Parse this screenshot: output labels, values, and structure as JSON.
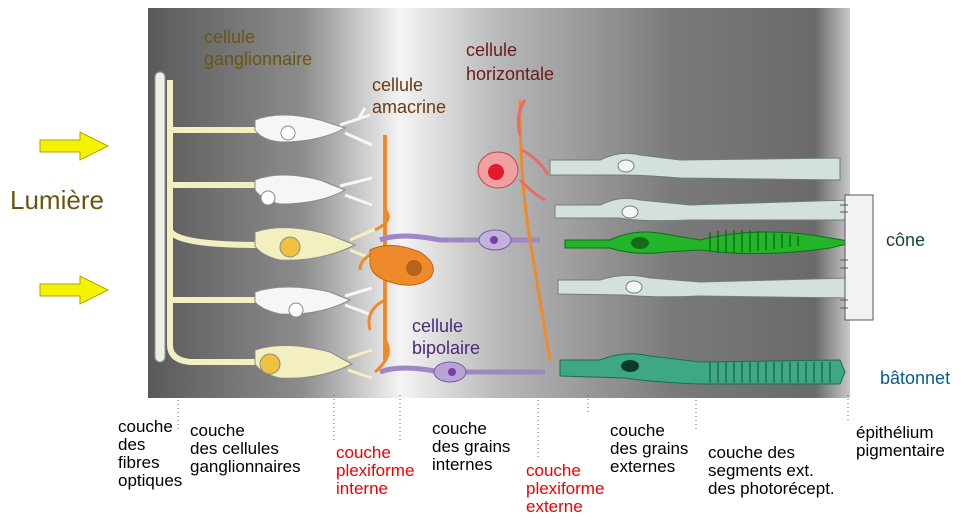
{
  "labels": {
    "light": "Lumière",
    "ganglion_cell": "cellule\nganglionnaire",
    "amacrine_cell": "cellule\namacrine",
    "horizontal_cell": "cellule\nhorizontale",
    "bipolar_cell": "cellule\nbipolaire",
    "cone": "cône",
    "rod": "bâtonnet"
  },
  "layers": [
    {
      "key": "nerve_fiber",
      "label": "couche\ndes\nfibres\noptiques",
      "color": "#000000"
    },
    {
      "key": "ganglion_layer",
      "label": "couche\ndes cellules\nganglionnaires",
      "color": "#000000"
    },
    {
      "key": "inner_plexiform",
      "label": "couche\nplexiforme\ninterne",
      "color": "#ee0000"
    },
    {
      "key": "inner_nuclear",
      "label": "couche\ndes grains\ninternes",
      "color": "#000000"
    },
    {
      "key": "outer_plexiform",
      "label": "couche\nplexiforme\nexterne",
      "color": "#ee0000"
    },
    {
      "key": "outer_nuclear",
      "label": "couche\ndes grains\nexternes",
      "color": "#000000"
    },
    {
      "key": "segments",
      "label": "couche des\nsegments ext.\ndes photorécept.",
      "color": "#000000"
    },
    {
      "key": "pigment",
      "label": "épithélium\npigmentaire",
      "color": "#000000"
    }
  ],
  "colors": {
    "ganglion": "#f3efc0",
    "ganglion_nucleus": "#f0c040",
    "amacrine": "#ef8a2a",
    "horizontal": "#e86a6a",
    "horizontal_nucleus": "#e01a2a",
    "bipolar": "#9f86c4",
    "bipolar_nucleus": "#7a3fa8",
    "cone": "#22b52a",
    "rod": "#3ea886",
    "arrow": "#f4f200",
    "label_red": "#ee0000",
    "ganglion_label": "#6b5410",
    "amacrine_label": "#6b3a10",
    "horizontal_label": "#6a1b1b",
    "bipolar_label": "#4b2a7a",
    "cone_label": "#0e4a2a",
    "rod_label": "#0b5a8a"
  }
}
